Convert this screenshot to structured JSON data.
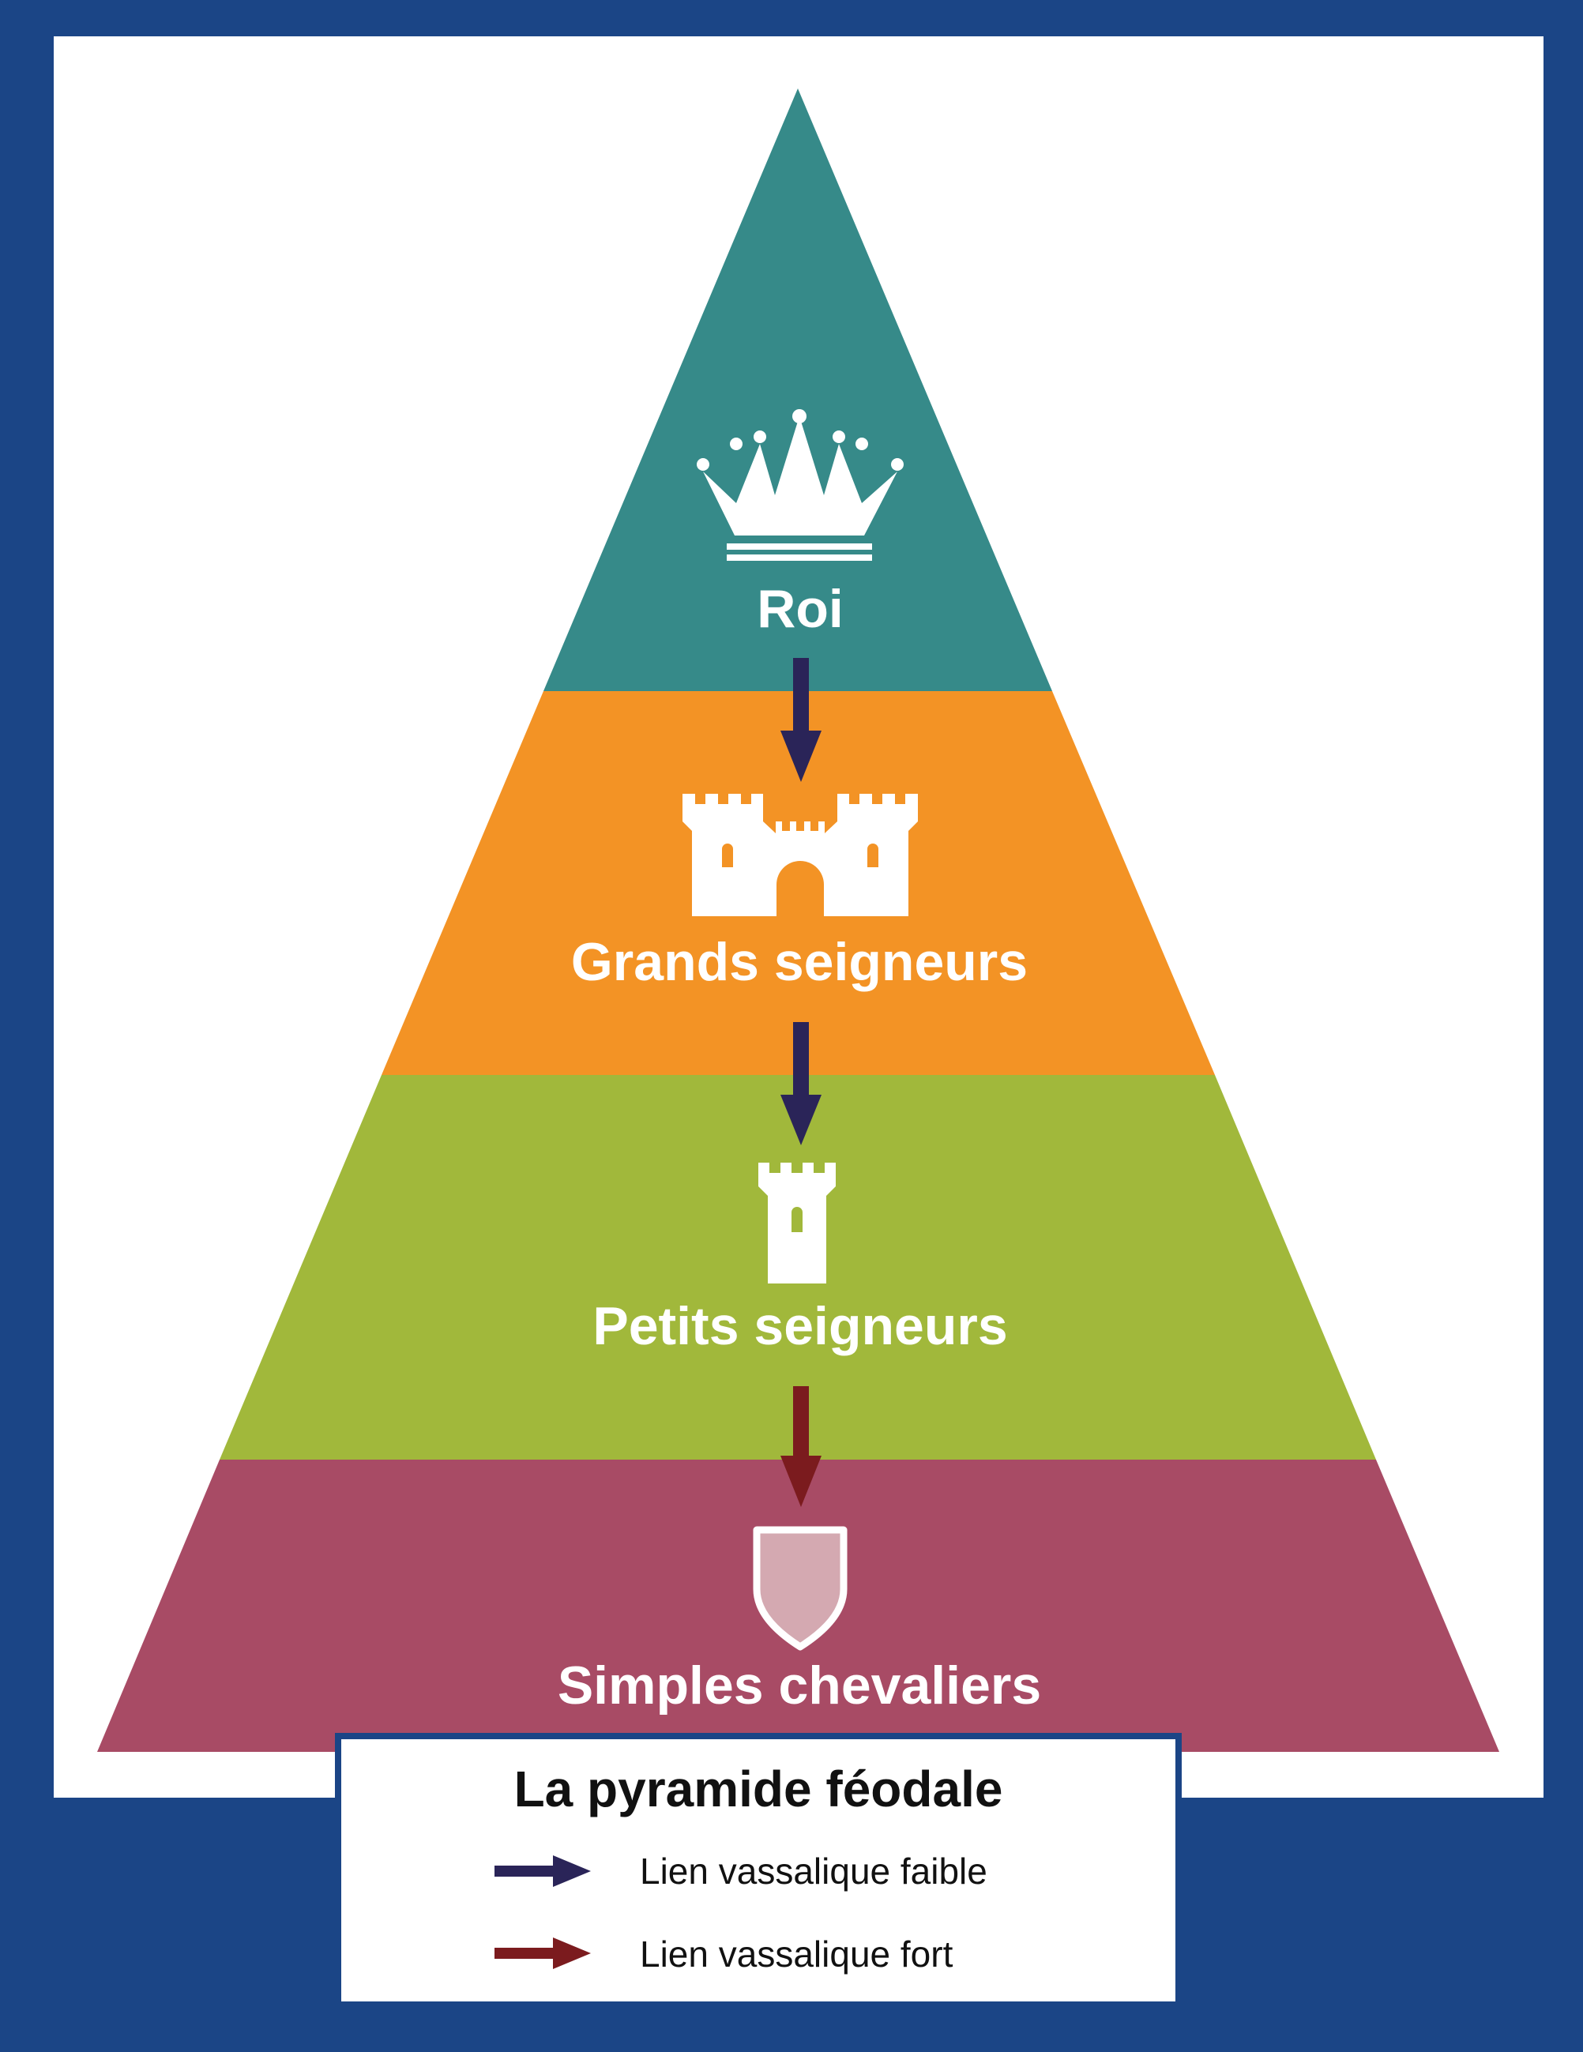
{
  "diagram": {
    "colors": {
      "frame": "#1b4586",
      "background": "#ffffff",
      "icon": "#ffffff",
      "shield_fill": "#d4a9b1",
      "weak_link": "#2a2458",
      "strong_link": "#7b1b1e"
    },
    "levels": [
      {
        "id": "roi",
        "label": "Roi",
        "color": "#368a89",
        "icon": "crown-icon"
      },
      {
        "id": "grands",
        "label": "Grands seigneurs",
        "color": "#f39325",
        "icon": "castle-icon"
      },
      {
        "id": "petits",
        "label": "Petits seigneurs",
        "color": "#a1b83b",
        "icon": "tower-icon"
      },
      {
        "id": "chevaliers",
        "label": "Simples chevaliers",
        "color": "#a84b65",
        "icon": "shield-icon"
      }
    ],
    "links": [
      {
        "from": "Roi",
        "to": "Grands seigneurs",
        "type": "weak"
      },
      {
        "from": "Grands seigneurs",
        "to": "Petits seigneurs",
        "type": "weak"
      },
      {
        "from": "Petits seigneurs",
        "to": "Simples chevaliers",
        "type": "strong"
      }
    ],
    "legend": {
      "title": "La pyramide féodale",
      "items": [
        {
          "label": "Lien vassalique faible",
          "type": "weak"
        },
        {
          "label": "Lien vassalique fort",
          "type": "strong"
        }
      ]
    }
  }
}
